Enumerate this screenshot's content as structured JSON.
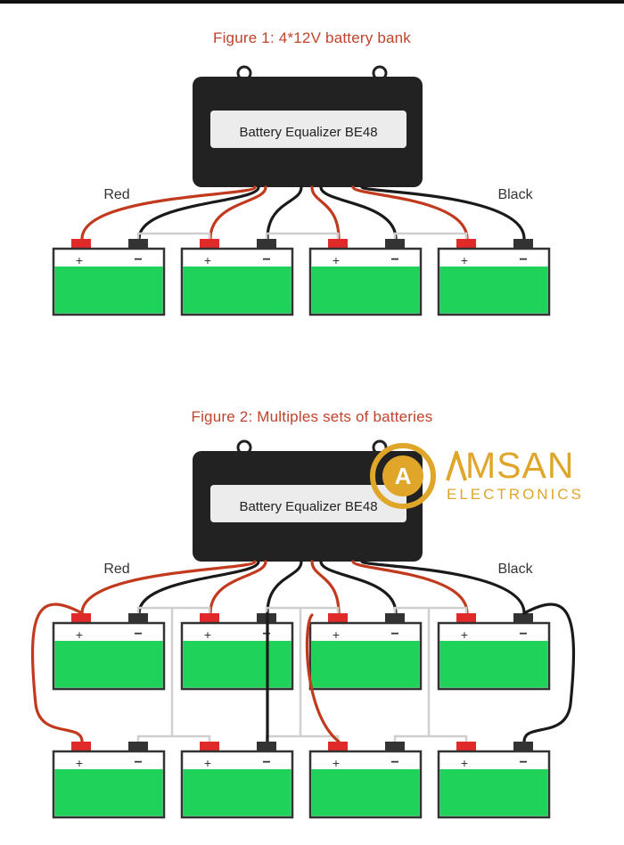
{
  "figure1": {
    "title": "Figure 1: 4*12V battery bank",
    "device_label": "Battery Equalizer BE48",
    "red_label": "Red",
    "black_label": "Black"
  },
  "figure2": {
    "title": "Figure 2: Multiples sets of batteries",
    "device_label": "Battery Equalizer BE48",
    "red_label": "Red",
    "black_label": "Black"
  },
  "terminal_signs": {
    "positive": "+",
    "negative": "−"
  },
  "logo": {
    "letter": "A",
    "name": "MSAN",
    "tagline": "ELECTRONICS"
  },
  "colors": {
    "title": "#c0432c",
    "device_body": "#222222",
    "battery_fill": "#1fd35a",
    "red_wire": "#c23a1e",
    "black_wire": "#1a1a1a",
    "gray_wire": "#cfcfcf",
    "logo": "#e0a62a"
  }
}
